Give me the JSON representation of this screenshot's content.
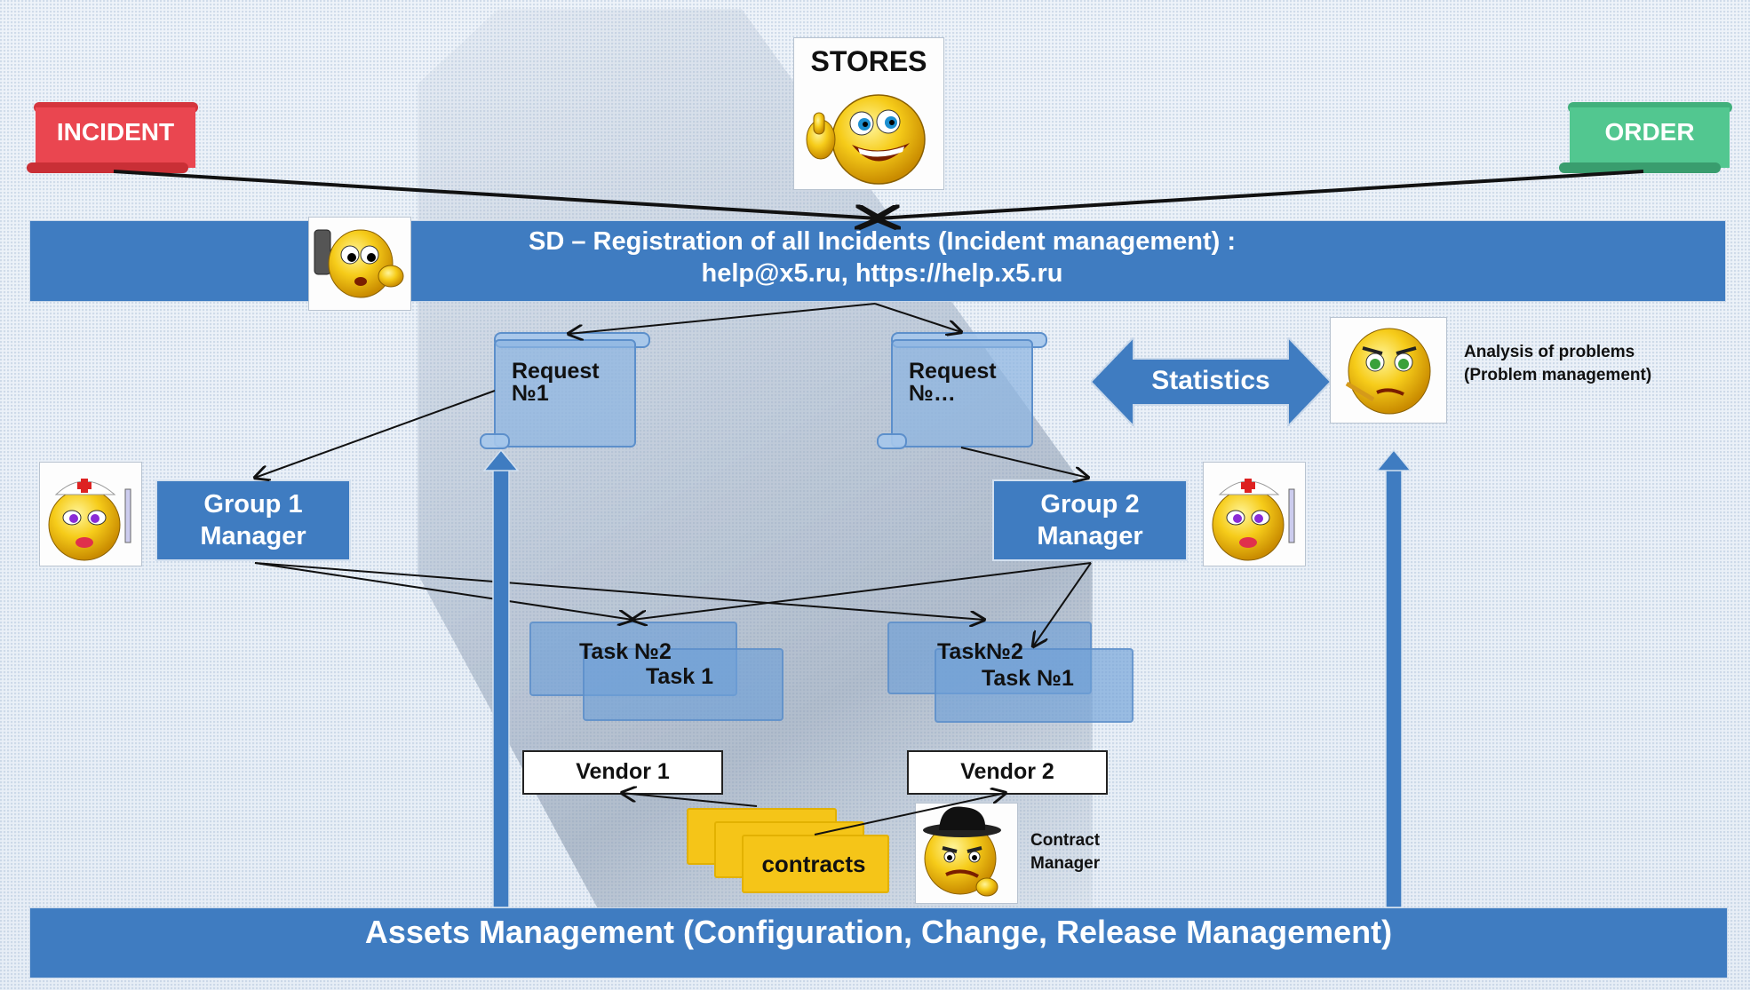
{
  "top": {
    "incident_label": "INCIDENT",
    "order_label": "ORDER",
    "stores_label": "STORES"
  },
  "sd_bar": {
    "line1": "SD – Registration of all Incidents (Incident  management) :",
    "line2": "help@x5.ru,  https://help.x5.ru"
  },
  "requests": [
    {
      "line1": "Request",
      "line2": "№1"
    },
    {
      "line1": "Request",
      "line2": "№…"
    }
  ],
  "statistics_label": "Statistics",
  "problem_analysis": {
    "line1": "Analysis of problems",
    "line2": "(Problem management)"
  },
  "managers": [
    {
      "line1": "Group 1",
      "line2": "Manager"
    },
    {
      "line1": "Group 2",
      "line2": "Manager"
    }
  ],
  "tasks": {
    "group1_back": "Task №2",
    "group1_front": "Task 1",
    "group2_back": "Task№2",
    "group2_front": "Task №1"
  },
  "vendors": [
    "Vendor 1",
    "Vendor 2"
  ],
  "contracts_label": "contracts",
  "contract_manager": {
    "line1": "Contract",
    "line2": "Manager"
  },
  "assets_bar": "Assets Management (Configuration, Change, Release Management)",
  "colors": {
    "bar_blue": "#3f7cc1",
    "incident_red": "#e8424a",
    "order_green": "#4cc38a",
    "contracts_yellow": "#f5c518"
  },
  "icons": [
    "smiley-thumbs-up-icon",
    "smiley-phone-icon",
    "smiley-nurse-icon",
    "smiley-thinking-icon",
    "smiley-bowler-hat-icon"
  ]
}
